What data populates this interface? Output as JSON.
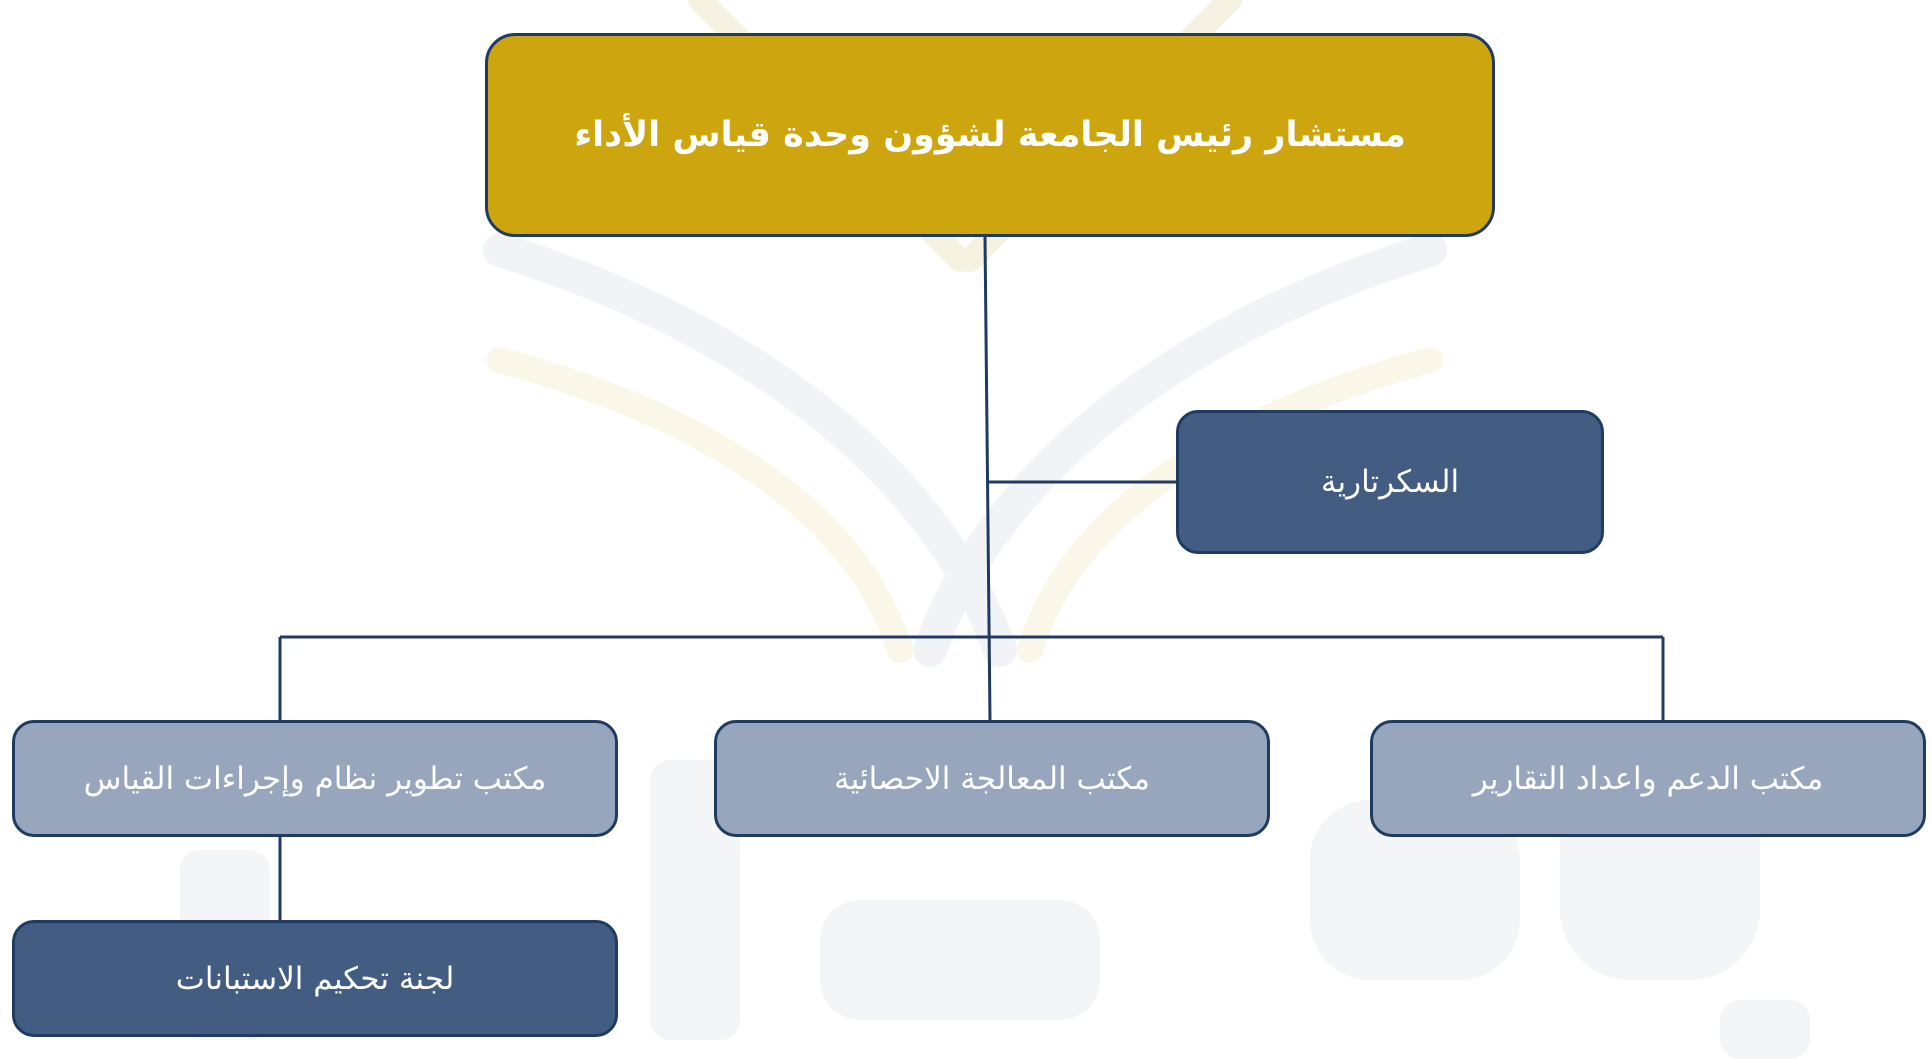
{
  "org_chart": {
    "head": {
      "title": "مستشار رئيس الجامعة لشؤون وحدة قياس الأداء"
    },
    "secretariat": {
      "title": "السكرتارية"
    },
    "offices": [
      {
        "title": "مكتب الدعم واعداد التقارير"
      },
      {
        "title": "مكتب المعالجة الاحصائية"
      },
      {
        "title": "مكتب تطوير نظام وإجراءات القياس"
      }
    ],
    "committee": {
      "title": "لجنة تحكيم الاستبانات"
    }
  },
  "colors": {
    "head_fill": "#cda50e",
    "dark_box_fill": "#425c82",
    "light_box_fill": "#97a6bd",
    "connector": "#1f3b62",
    "text": "#ffffff"
  }
}
